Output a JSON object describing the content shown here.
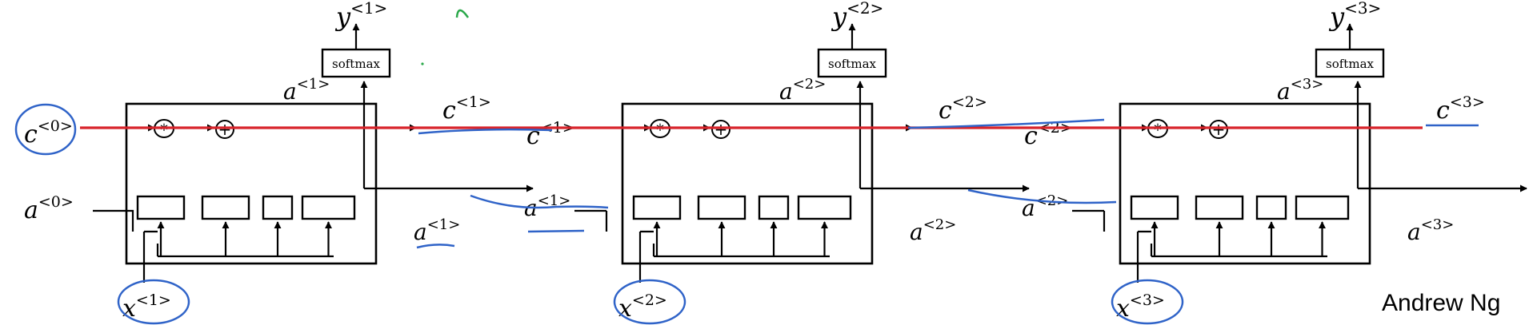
{
  "diagram": {
    "cell_state_symbol": "c",
    "activation_symbol": "a",
    "input_symbol": "x",
    "output_symbol": "y",
    "softmax_label": "softmax",
    "multiply_glyph": "*",
    "add_glyph": "+",
    "initial": {
      "c": "<0>",
      "a": "<0>"
    },
    "steps": [
      {
        "t": "<1>"
      },
      {
        "t": "<2>"
      },
      {
        "t": "<3>"
      }
    ]
  },
  "credit": "Andrew Ng",
  "colors": {
    "line": "#000000",
    "cell_line": "#d8232a",
    "ink_blue": "#2f63c8",
    "ink_green": "#2aa84a"
  }
}
